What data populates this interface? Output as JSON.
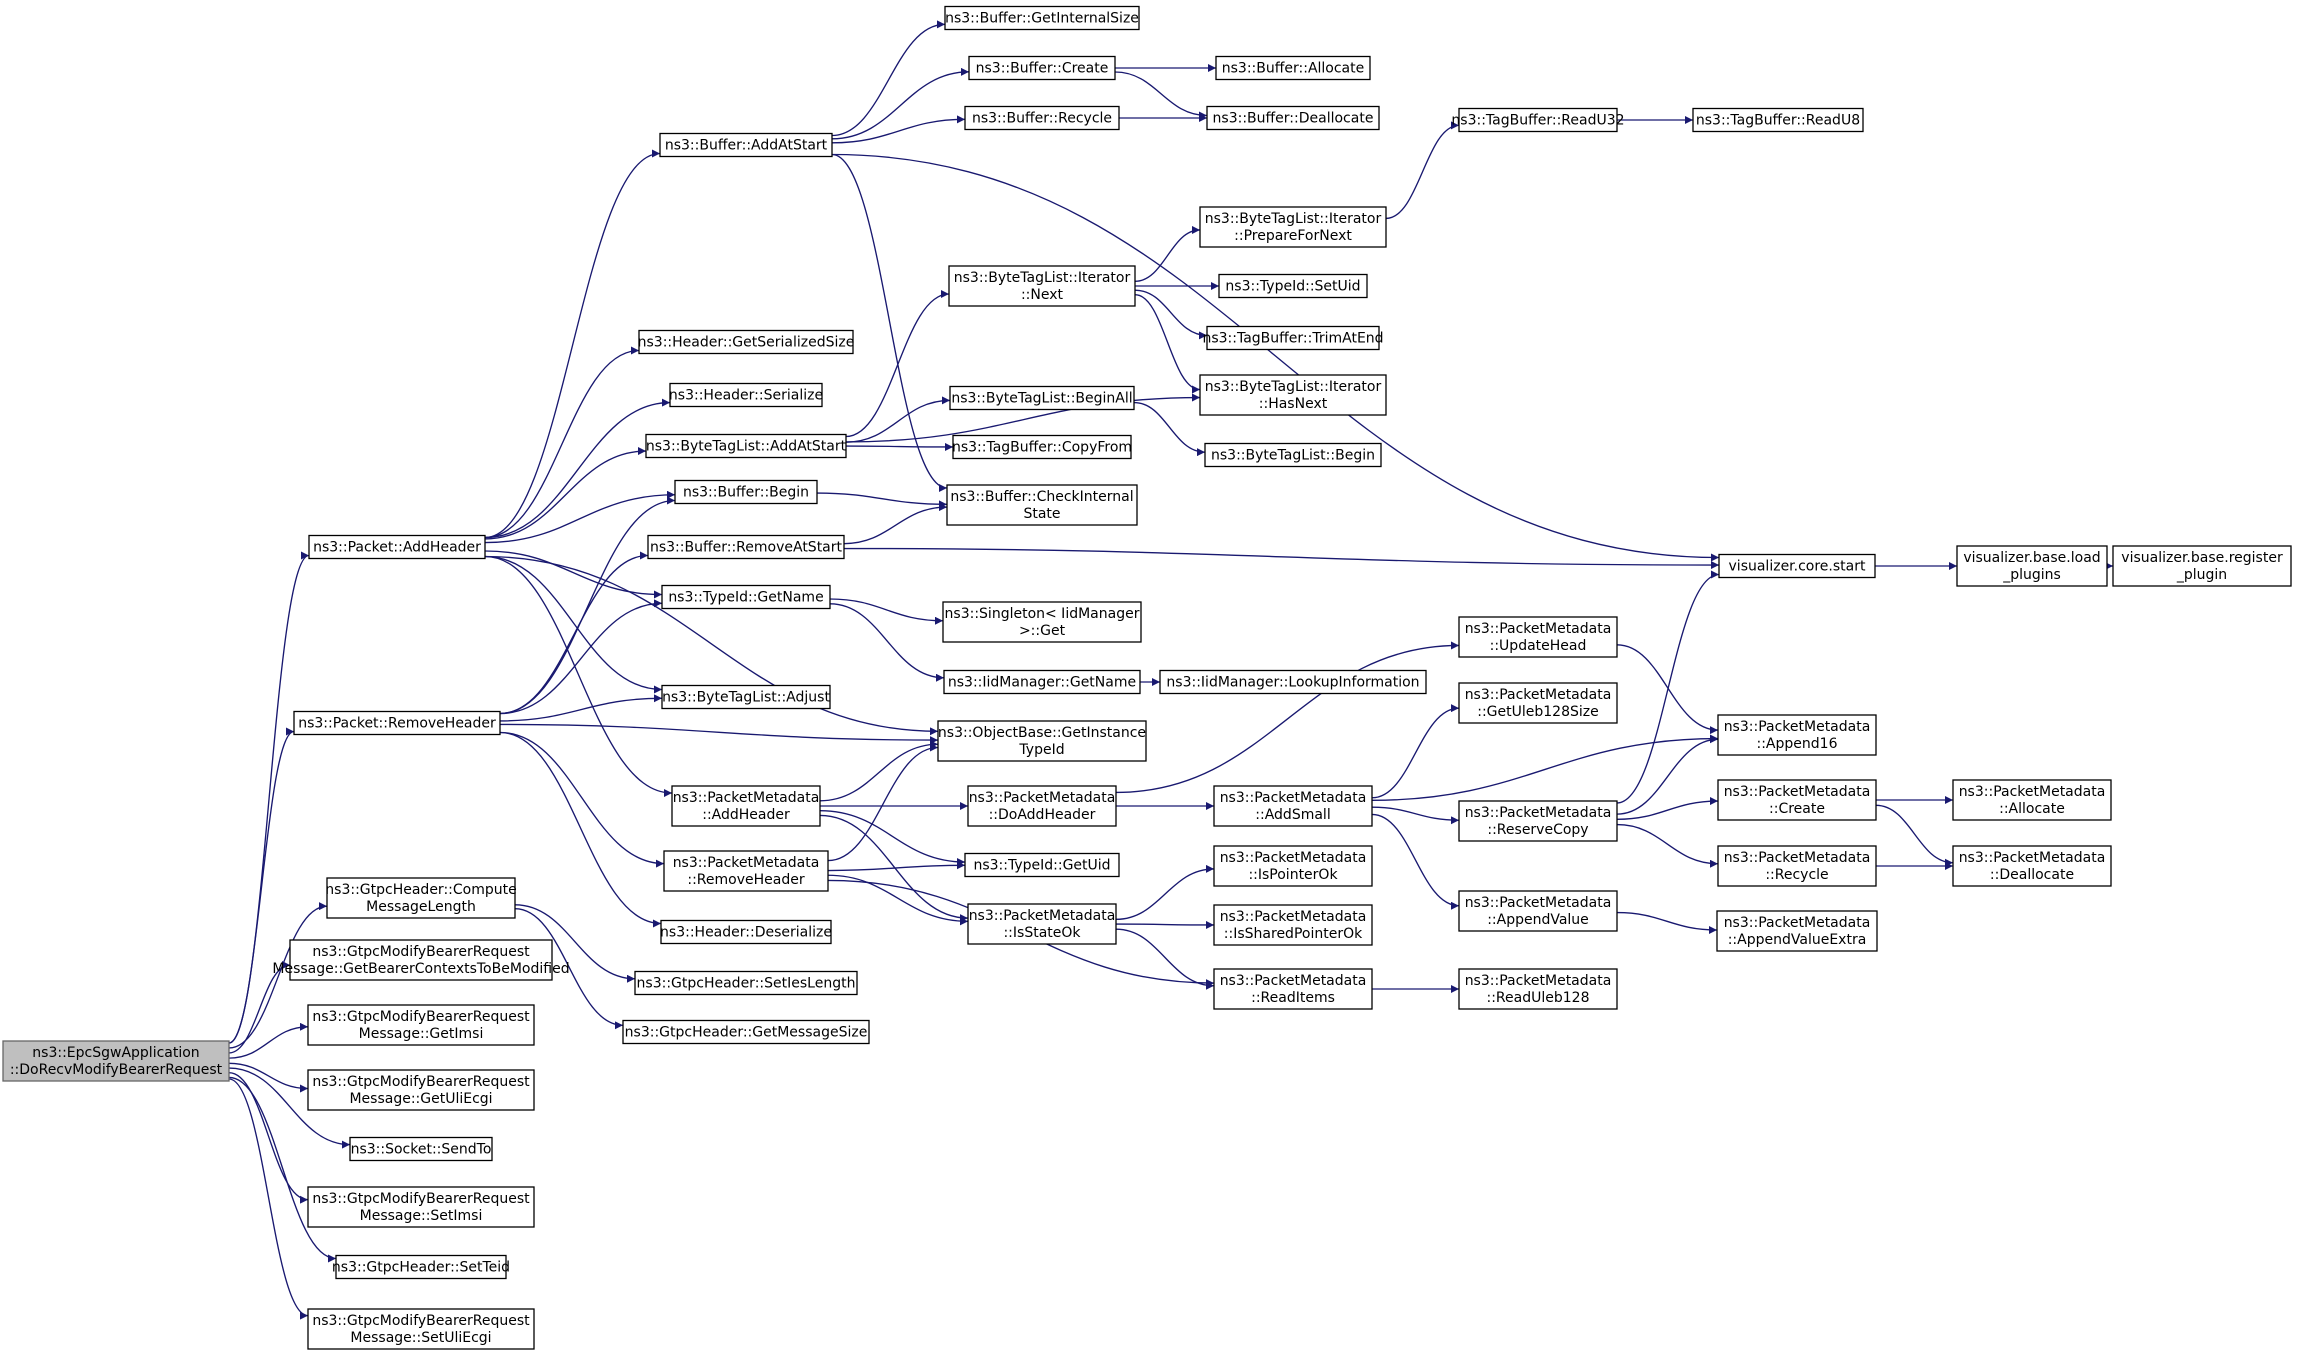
{
  "diagram": {
    "type": "call-graph",
    "colors": {
      "edge": "#191970",
      "node_border": "#000000",
      "node_fill": "#ffffff",
      "root_fill": "#bfbfbf",
      "text": "#000000"
    },
    "root": "epc",
    "nodes": [
      {
        "id": "epc",
        "lines": [
          "ns3::EpcSgwApplication",
          "::DoRecvModifyBearerRequest"
        ]
      },
      {
        "id": "pkt_add",
        "lines": [
          "ns3::Packet::AddHeader"
        ]
      },
      {
        "id": "pkt_rem",
        "lines": [
          "ns3::Packet::RemoveHeader"
        ]
      },
      {
        "id": "gtpc_cml",
        "lines": [
          "ns3::GtpcHeader::Compute",
          "MessageLength"
        ]
      },
      {
        "id": "gmb_ctx",
        "lines": [
          "ns3::GtpcModifyBearerRequest",
          "Message::GetBearerContextsToBeModified"
        ]
      },
      {
        "id": "gmb_getimsi",
        "lines": [
          "ns3::GtpcModifyBearerRequest",
          "Message::GetImsi"
        ]
      },
      {
        "id": "gmb_getuli",
        "lines": [
          "ns3::GtpcModifyBearerRequest",
          "Message::GetUliEcgi"
        ]
      },
      {
        "id": "sock_send",
        "lines": [
          "ns3::Socket::SendTo"
        ]
      },
      {
        "id": "gmb_setimsi",
        "lines": [
          "ns3::GtpcModifyBearerRequest",
          "Message::SetImsi"
        ]
      },
      {
        "id": "gtpc_setteid",
        "lines": [
          "ns3::GtpcHeader::SetTeid"
        ]
      },
      {
        "id": "gmb_setuli",
        "lines": [
          "ns3::GtpcModifyBearerRequest",
          "Message::SetUliEcgi"
        ]
      },
      {
        "id": "buf_addatstart",
        "lines": [
          "ns3::Buffer::AddAtStart"
        ]
      },
      {
        "id": "hdr_getser",
        "lines": [
          "ns3::Header::GetSerializedSize"
        ]
      },
      {
        "id": "hdr_ser",
        "lines": [
          "ns3::Header::Serialize"
        ]
      },
      {
        "id": "btl_addatstart",
        "lines": [
          "ns3::ByteTagList::AddAtStart"
        ]
      },
      {
        "id": "buf_begin",
        "lines": [
          "ns3::Buffer::Begin"
        ]
      },
      {
        "id": "buf_remove",
        "lines": [
          "ns3::Buffer::RemoveAtStart"
        ]
      },
      {
        "id": "tid_getname",
        "lines": [
          "ns3::TypeId::GetName"
        ]
      },
      {
        "id": "btl_adjust",
        "lines": [
          "ns3::ByteTagList::Adjust"
        ]
      },
      {
        "id": "pm_addheader",
        "lines": [
          "ns3::PacketMetadata",
          "::AddHeader"
        ]
      },
      {
        "id": "pm_removeheader",
        "lines": [
          "ns3::PacketMetadata",
          "::RemoveHeader"
        ]
      },
      {
        "id": "hdr_deser",
        "lines": [
          "ns3::Header::Deserialize"
        ]
      },
      {
        "id": "gtpc_setieslen",
        "lines": [
          "ns3::GtpcHeader::SetIesLength"
        ]
      },
      {
        "id": "gtpc_getmsgsize",
        "lines": [
          "ns3::GtpcHeader::GetMessageSize"
        ]
      },
      {
        "id": "buf_getinternal",
        "lines": [
          "ns3::Buffer::GetInternalSize"
        ]
      },
      {
        "id": "buf_create",
        "lines": [
          "ns3::Buffer::Create"
        ]
      },
      {
        "id": "buf_recycle",
        "lines": [
          "ns3::Buffer::Recycle"
        ]
      },
      {
        "id": "buf_allocate",
        "lines": [
          "ns3::Buffer::Allocate"
        ]
      },
      {
        "id": "buf_deallocate",
        "lines": [
          "ns3::Buffer::Deallocate"
        ]
      },
      {
        "id": "btli_next",
        "lines": [
          "ns3::ByteTagList::Iterator",
          "::Next"
        ]
      },
      {
        "id": "btl_beginall",
        "lines": [
          "ns3::ByteTagList::BeginAll"
        ]
      },
      {
        "id": "tb_copyfrom",
        "lines": [
          "ns3::TagBuffer::CopyFrom"
        ]
      },
      {
        "id": "buf_checkinternal",
        "lines": [
          "ns3::Buffer::CheckInternal",
          "State"
        ]
      },
      {
        "id": "singleton_get",
        "lines": [
          "ns3::Singleton< IidManager",
          ">::Get"
        ]
      },
      {
        "id": "iid_getname",
        "lines": [
          "ns3::IidManager::GetName"
        ]
      },
      {
        "id": "ob_gettypeid",
        "lines": [
          "ns3::ObjectBase::GetInstance",
          "TypeId"
        ]
      },
      {
        "id": "pm_doaddheader",
        "lines": [
          "ns3::PacketMetadata",
          "::DoAddHeader"
        ]
      },
      {
        "id": "tid_getuid",
        "lines": [
          "ns3::TypeId::GetUid"
        ]
      },
      {
        "id": "pm_isstateok",
        "lines": [
          "ns3::PacketMetadata",
          "::IsStateOk"
        ]
      },
      {
        "id": "btli_prepare",
        "lines": [
          "ns3::ByteTagList::Iterator",
          "::PrepareForNext"
        ]
      },
      {
        "id": "tid_setuid",
        "lines": [
          "ns3::TypeId::SetUid"
        ]
      },
      {
        "id": "tb_trimatend",
        "lines": [
          "ns3::TagBuffer::TrimAtEnd"
        ]
      },
      {
        "id": "btli_hasnext",
        "lines": [
          "ns3::ByteTagList::Iterator",
          "::HasNext"
        ]
      },
      {
        "id": "btl_begin",
        "lines": [
          "ns3::ByteTagList::Begin"
        ]
      },
      {
        "id": "iid_lookup",
        "lines": [
          "ns3::IidManager::LookupInformation"
        ]
      },
      {
        "id": "pm_addsmall",
        "lines": [
          "ns3::PacketMetadata",
          "::AddSmall"
        ]
      },
      {
        "id": "pm_ispointerok",
        "lines": [
          "ns3::PacketMetadata",
          "::IsPointerOk"
        ]
      },
      {
        "id": "pm_issharedok",
        "lines": [
          "ns3::PacketMetadata",
          "::IsSharedPointerOk"
        ]
      },
      {
        "id": "pm_readitems",
        "lines": [
          "ns3::PacketMetadata",
          "::ReadItems"
        ]
      },
      {
        "id": "tb_readu32",
        "lines": [
          "ns3::TagBuffer::ReadU32"
        ]
      },
      {
        "id": "tb_readu8",
        "lines": [
          "ns3::TagBuffer::ReadU8"
        ]
      },
      {
        "id": "pm_updatehead",
        "lines": [
          "ns3::PacketMetadata",
          "::UpdateHead"
        ]
      },
      {
        "id": "pm_getuleb",
        "lines": [
          "ns3::PacketMetadata",
          "::GetUleb128Size"
        ]
      },
      {
        "id": "pm_reservecopy",
        "lines": [
          "ns3::PacketMetadata",
          "::ReserveCopy"
        ]
      },
      {
        "id": "pm_appendvalue",
        "lines": [
          "ns3::PacketMetadata",
          "::AppendValue"
        ]
      },
      {
        "id": "pm_readuleb",
        "lines": [
          "ns3::PacketMetadata",
          "::ReadUleb128"
        ]
      },
      {
        "id": "viz_start",
        "lines": [
          "visualizer.core.start"
        ]
      },
      {
        "id": "pm_append16",
        "lines": [
          "ns3::PacketMetadata",
          "::Append16"
        ]
      },
      {
        "id": "pm_create",
        "lines": [
          "ns3::PacketMetadata",
          "::Create"
        ]
      },
      {
        "id": "pm_recycle",
        "lines": [
          "ns3::PacketMetadata",
          "::Recycle"
        ]
      },
      {
        "id": "pm_appendextra",
        "lines": [
          "ns3::PacketMetadata",
          "::AppendValueExtra"
        ]
      },
      {
        "id": "viz_load",
        "lines": [
          "visualizer.base.load",
          "_plugins"
        ]
      },
      {
        "id": "viz_register",
        "lines": [
          "visualizer.base.register",
          "_plugin"
        ]
      },
      {
        "id": "pm_allocate",
        "lines": [
          "ns3::PacketMetadata",
          "::Allocate"
        ]
      },
      {
        "id": "pm_deallocate",
        "lines": [
          "ns3::PacketMetadata",
          "::Deallocate"
        ]
      }
    ],
    "edges": [
      [
        "epc",
        "pkt_add"
      ],
      [
        "epc",
        "pkt_rem"
      ],
      [
        "epc",
        "gtpc_cml"
      ],
      [
        "epc",
        "gmb_ctx"
      ],
      [
        "epc",
        "gmb_getimsi"
      ],
      [
        "epc",
        "gmb_getuli"
      ],
      [
        "epc",
        "sock_send"
      ],
      [
        "epc",
        "gmb_setimsi"
      ],
      [
        "epc",
        "gtpc_setteid"
      ],
      [
        "epc",
        "gmb_setuli"
      ],
      [
        "pkt_add",
        "buf_addatstart"
      ],
      [
        "pkt_add",
        "hdr_getser"
      ],
      [
        "pkt_add",
        "hdr_ser"
      ],
      [
        "pkt_add",
        "btl_addatstart"
      ],
      [
        "pkt_add",
        "buf_begin"
      ],
      [
        "pkt_add",
        "tid_getname"
      ],
      [
        "pkt_add",
        "btl_adjust"
      ],
      [
        "pkt_add",
        "pm_addheader"
      ],
      [
        "pkt_add",
        "ob_gettypeid"
      ],
      [
        "pkt_rem",
        "buf_begin"
      ],
      [
        "pkt_rem",
        "buf_remove"
      ],
      [
        "pkt_rem",
        "tid_getname"
      ],
      [
        "pkt_rem",
        "btl_adjust"
      ],
      [
        "pkt_rem",
        "ob_gettypeid"
      ],
      [
        "pkt_rem",
        "pm_removeheader"
      ],
      [
        "pkt_rem",
        "hdr_deser"
      ],
      [
        "gtpc_cml",
        "gtpc_setieslen"
      ],
      [
        "gtpc_cml",
        "gtpc_getmsgsize"
      ],
      [
        "buf_addatstart",
        "buf_getinternal"
      ],
      [
        "buf_addatstart",
        "buf_create"
      ],
      [
        "buf_addatstart",
        "buf_recycle"
      ],
      [
        "buf_addatstart",
        "buf_checkinternal"
      ],
      [
        "buf_addatstart",
        "viz_start"
      ],
      [
        "buf_create",
        "buf_allocate"
      ],
      [
        "buf_create",
        "buf_deallocate"
      ],
      [
        "buf_recycle",
        "buf_deallocate"
      ],
      [
        "btl_addatstart",
        "btli_next"
      ],
      [
        "btl_addatstart",
        "btli_hasnext"
      ],
      [
        "btl_addatstart",
        "btl_beginall"
      ],
      [
        "btl_addatstart",
        "tb_copyfrom"
      ],
      [
        "btli_next",
        "btli_prepare"
      ],
      [
        "btli_next",
        "tid_setuid"
      ],
      [
        "btli_next",
        "tb_trimatend"
      ],
      [
        "btli_next",
        "btli_hasnext"
      ],
      [
        "btli_prepare",
        "tb_readu32"
      ],
      [
        "tb_readu32",
        "tb_readu8"
      ],
      [
        "btl_beginall",
        "btl_begin"
      ],
      [
        "buf_begin",
        "buf_checkinternal"
      ],
      [
        "buf_remove",
        "buf_checkinternal"
      ],
      [
        "buf_remove",
        "viz_start"
      ],
      [
        "tid_getname",
        "singleton_get"
      ],
      [
        "tid_getname",
        "iid_getname"
      ],
      [
        "iid_getname",
        "iid_lookup"
      ],
      [
        "pm_addheader",
        "ob_gettypeid"
      ],
      [
        "pm_addheader",
        "pm_doaddheader"
      ],
      [
        "pm_addheader",
        "tid_getuid"
      ],
      [
        "pm_addheader",
        "pm_isstateok"
      ],
      [
        "pm_removeheader",
        "ob_gettypeid"
      ],
      [
        "pm_removeheader",
        "tid_getuid"
      ],
      [
        "pm_removeheader",
        "pm_isstateok"
      ],
      [
        "pm_removeheader",
        "pm_readitems"
      ],
      [
        "pm_doaddheader",
        "pm_updatehead"
      ],
      [
        "pm_doaddheader",
        "pm_addsmall"
      ],
      [
        "pm_isstateok",
        "pm_ispointerok"
      ],
      [
        "pm_isstateok",
        "pm_issharedok"
      ],
      [
        "pm_isstateok",
        "pm_readitems"
      ],
      [
        "pm_readitems",
        "pm_readuleb"
      ],
      [
        "pm_updatehead",
        "pm_append16"
      ],
      [
        "pm_addsmall",
        "pm_getuleb"
      ],
      [
        "pm_addsmall",
        "pm_append16"
      ],
      [
        "pm_addsmall",
        "pm_reservecopy"
      ],
      [
        "pm_addsmall",
        "pm_appendvalue"
      ],
      [
        "pm_reservecopy",
        "viz_start"
      ],
      [
        "pm_reservecopy",
        "pm_append16"
      ],
      [
        "pm_reservecopy",
        "pm_create"
      ],
      [
        "pm_reservecopy",
        "pm_recycle"
      ],
      [
        "pm_appendvalue",
        "pm_appendextra"
      ],
      [
        "pm_create",
        "pm_allocate"
      ],
      [
        "pm_create",
        "pm_deallocate"
      ],
      [
        "pm_recycle",
        "pm_deallocate"
      ],
      [
        "viz_start",
        "viz_load"
      ],
      [
        "viz_load",
        "viz_register"
      ]
    ]
  }
}
